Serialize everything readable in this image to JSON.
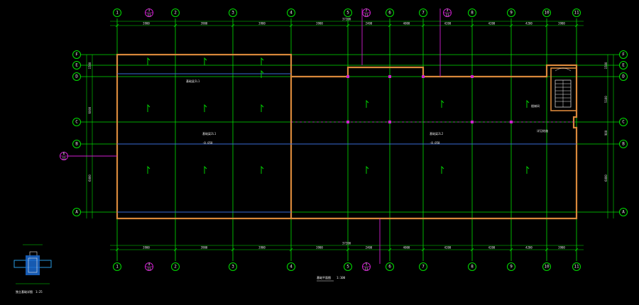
{
  "drawing": {
    "title": "基础平面图",
    "title_scale": "1:100",
    "detail_title": "独立基础详图",
    "detail_scale": "1:25"
  },
  "grid_columns": [
    "1",
    "2",
    "3",
    "4",
    "5",
    "6",
    "7",
    "8",
    "9",
    "10",
    "11"
  ],
  "grid_rows": [
    "F",
    "E",
    "D",
    "C",
    "B",
    "A"
  ],
  "top_dims": [
    "3900",
    "3900",
    "3900",
    "3900",
    "2400",
    "4000",
    "4200",
    "4200",
    "4200",
    "3900"
  ],
  "top_total": "37200",
  "bottom_dims": [
    "3900",
    "3900",
    "3900",
    "3900",
    "2400",
    "4000",
    "4200",
    "4200",
    "4200",
    "3900"
  ],
  "bottom_total": "37200",
  "left_dims": [
    "1500",
    "6000",
    "6000"
  ],
  "right_dims": [
    "1500",
    "5100",
    "900",
    "6000"
  ],
  "section_markers": [
    {
      "id": "1",
      "sheet": "11"
    },
    {
      "id": "2",
      "sheet": "11"
    },
    {
      "id": "3",
      "sheet": "11"
    },
    {
      "id": "4",
      "sheet": "11"
    },
    {
      "id": "5",
      "sheet": "11"
    },
    {
      "id": "6",
      "sheet": "11"
    }
  ],
  "notes": {
    "zone_left": "基础梁JL1",
    "zone_right": "基础梁JL2",
    "stair": "楼梯间",
    "stair_note": "详见结施",
    "level": "-0.050"
  },
  "colors": {
    "background": "#000000",
    "grid": "#00e000",
    "wall": "#d9883a",
    "beam": "#3a6bd6",
    "section": "#d020d0"
  }
}
